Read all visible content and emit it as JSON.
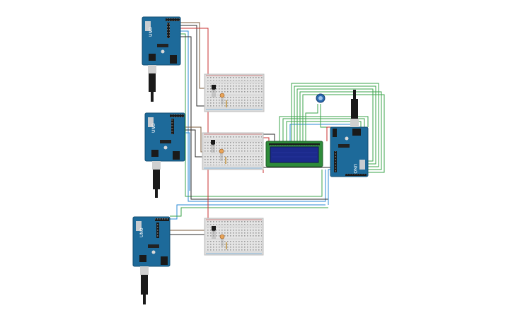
{
  "canvas": {
    "background": "#ffffff"
  },
  "boards": [
    {
      "id": "uno-1",
      "label": "UNO"
    },
    {
      "id": "uno-2",
      "label": "UNO"
    },
    {
      "id": "uno-3",
      "label": "UNO"
    },
    {
      "id": "uno-4",
      "label": "UNO"
    }
  ],
  "breadboards": [
    {
      "id": "breadboard-1"
    },
    {
      "id": "breadboard-2"
    },
    {
      "id": "breadboard-3"
    }
  ],
  "components": {
    "lcd": {
      "rows": 2,
      "cols": 16
    },
    "potentiometer": {
      "present": true
    },
    "temperature_sensors": 3,
    "photoresistors": 3
  },
  "colors": {
    "arduino_blue": "#1d6a9a",
    "wire_green": "#3aa34a",
    "wire_blue": "#2a8ad4",
    "wire_red": "#c83030",
    "wire_brown": "#7a5a3a",
    "wire_black": "#2a2a2a",
    "lcd_bezel": "#2e8b3a",
    "lcd_screen": "#1c2a8c"
  }
}
